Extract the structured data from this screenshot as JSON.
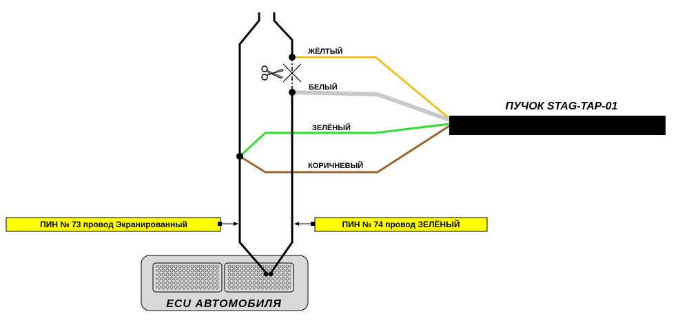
{
  "bundle": {
    "title": "ПУЧОК STAG-TAP-01"
  },
  "wires": {
    "yellow": {
      "label": "ЖЁЛТЫЙ",
      "color": "#f0c020"
    },
    "white": {
      "label": "БЕЛЫЙ",
      "color": "#c8c8c8"
    },
    "green": {
      "label": "ЗЕЛЁНЫЙ",
      "color": "#33dd33"
    },
    "brown": {
      "label": "КОРИЧНЕВЫЙ",
      "color": "#996633"
    }
  },
  "pins": {
    "left": {
      "label": "ПИН № 73 провод Экранированный",
      "bg": "#ffff00"
    },
    "right": {
      "label": "ПИН № 74 провод ЗЕЛЁНЫЙ",
      "bg": "#ffff00"
    }
  },
  "ecu": {
    "label": "ECU АВТОМОБИЛЯ",
    "fill": "#d9d9d9"
  },
  "icons": {
    "cut": "scissors-icon"
  }
}
